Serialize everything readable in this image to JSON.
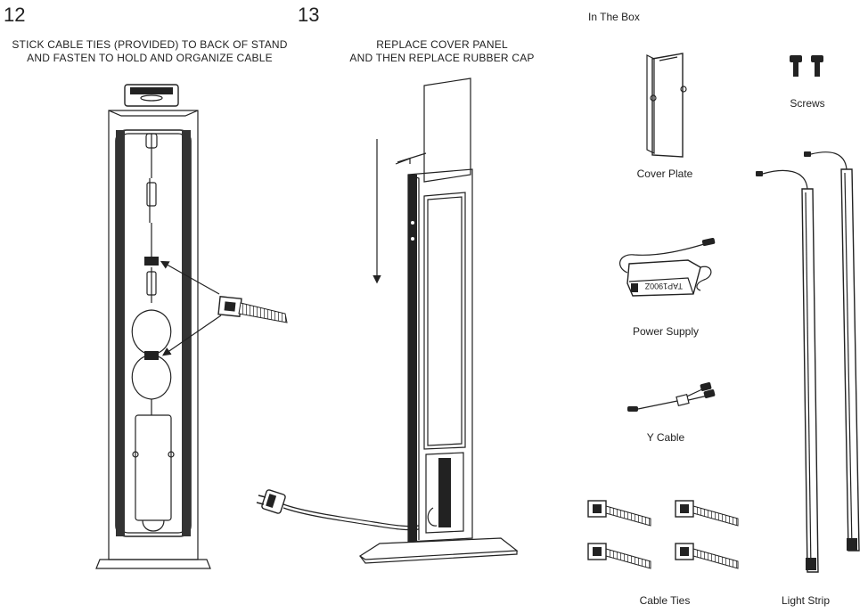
{
  "step12": {
    "number": "12",
    "caption_line1": "STICK CABLE TIES (PROVIDED) TO BACK OF STAND",
    "caption_line2": "AND FASTEN TO HOLD AND ORGANIZE CABLE"
  },
  "step13": {
    "number": "13",
    "caption_line1": "REPLACE COVER PANEL",
    "caption_line2": "AND THEN REPLACE RUBBER CAP"
  },
  "in_the_box": {
    "title": "In The Box",
    "items": {
      "screws": "Screws",
      "cover_plate": "Cover Plate",
      "power_supply": "Power Supply",
      "y_cable": "Y Cable",
      "cable_ties": "Cable Ties",
      "light_strip": "Light Strip"
    },
    "power_supply_marking": "TAP1900Z"
  }
}
